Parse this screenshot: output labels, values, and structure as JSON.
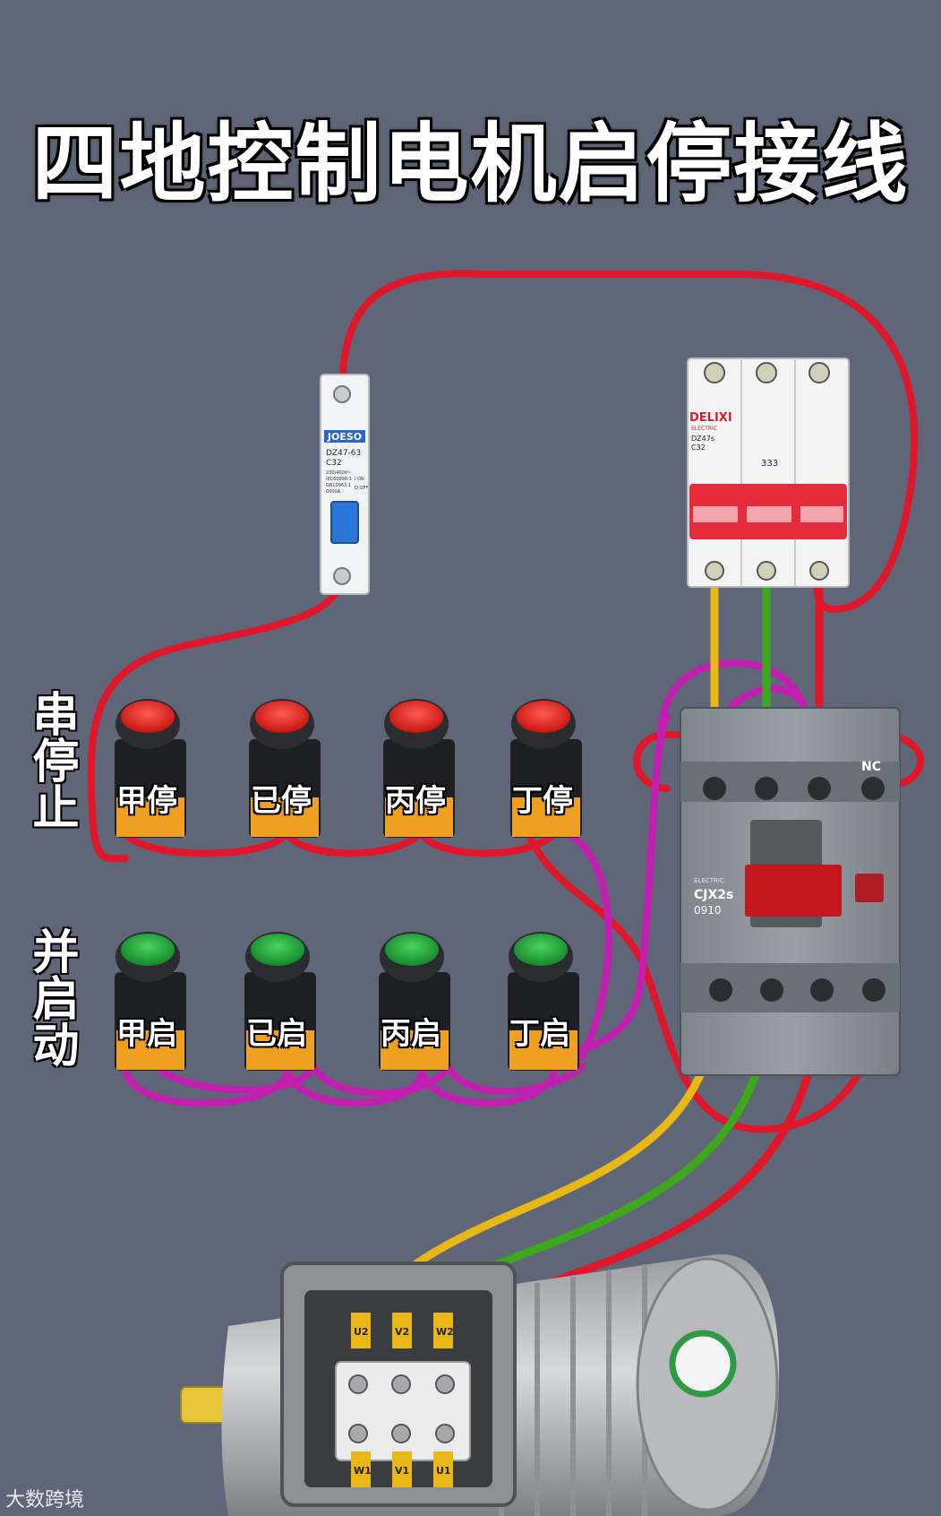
{
  "title": "四地控制电机启停接线",
  "labels": {
    "stop_group": "串停止",
    "start_group": "并启动"
  },
  "stop_buttons": [
    {
      "label": "甲停"
    },
    {
      "label": "已停"
    },
    {
      "label": "丙停"
    },
    {
      "label": "丁停"
    }
  ],
  "start_buttons": [
    {
      "label": "甲启"
    },
    {
      "label": "已启"
    },
    {
      "label": "丙启"
    },
    {
      "label": "丁启"
    }
  ],
  "small_breaker": {
    "brand": "JOESO",
    "model": "DZ47-63",
    "rating": "C32",
    "specs": [
      "230/400V~",
      "IEC60898-1",
      "GB10963.1",
      "6000A"
    ],
    "on_off": [
      "I ON",
      "O OFF"
    ]
  },
  "main_breaker": {
    "brand": "DELIXI",
    "subtitle": "ELECTRIC",
    "model": "DZ47s",
    "rating": "C32",
    "mark": "333"
  },
  "contactor": {
    "subtitle": "ELECTRIC",
    "model": "CJX2s",
    "code": "0910",
    "aux_label": "NC"
  },
  "motor": {
    "terminals_top": [
      "U2",
      "V2",
      "W2"
    ],
    "terminals_bottom": [
      "W1",
      "V1",
      "U1"
    ]
  },
  "watermark": "大数跨境",
  "colors": {
    "background": "#5f6677",
    "wire_red": "#e0172b",
    "wire_yellow": "#e9b816",
    "wire_green": "#3ea81c",
    "wire_magenta": "#c21fb1",
    "stop_button": "#e8231c",
    "start_button": "#23a33a"
  }
}
